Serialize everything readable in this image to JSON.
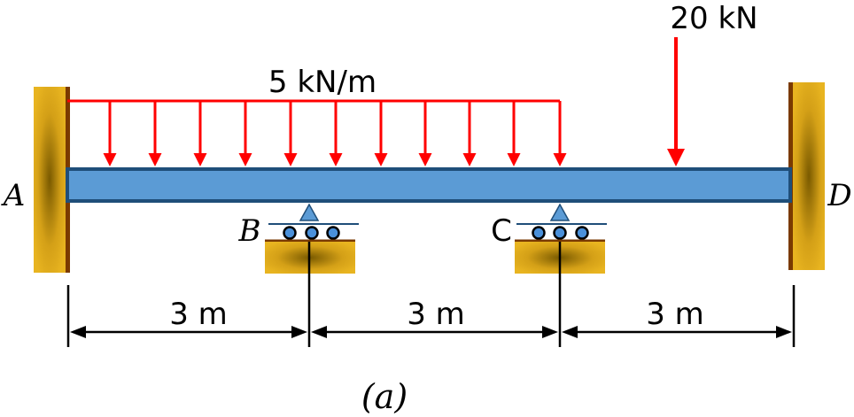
{
  "labels": {
    "point_load": "20 kN",
    "distributed_load": "5 kN/m",
    "support_a": "A",
    "support_b": "B",
    "support_c": "C",
    "support_d": "D",
    "span_ab": "3 m",
    "span_bc": "3 m",
    "span_cd": "3 m",
    "caption": "(a)"
  },
  "colors": {
    "beam_fill": "#5b9bd5",
    "beam_edge": "#1f4e79",
    "load": "#ff0000",
    "support_gold": "#d4a017",
    "support_dark": "#7a5a00",
    "roller_fill": "#4a90d9",
    "line": "#000000"
  },
  "icons": {
    "fixed_support": "hatched-wall",
    "roller_support": "roller-triangle"
  }
}
